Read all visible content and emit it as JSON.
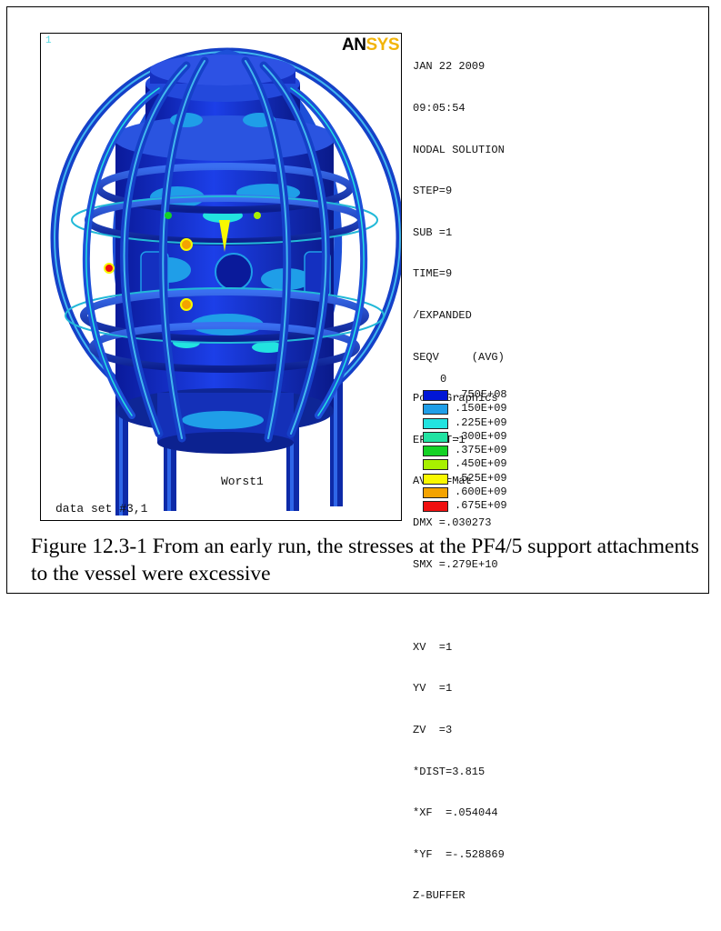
{
  "figure": {
    "window_number": "1",
    "logo": {
      "part1": "AN",
      "part2": "SYS"
    },
    "model_label": "Worst1",
    "dataset_label": "data set #3,1",
    "info_lines": [
      "JAN 22 2009",
      "09:05:54",
      "NODAL SOLUTION",
      "STEP=9",
      "SUB =1",
      "TIME=9",
      "/EXPANDED",
      "SEQV     (AVG)",
      "PowerGraphics",
      "EFACET=1",
      "AVRES=Mat",
      "DMX =.030273",
      "SMX =.279E+10",
      "",
      "XV  =1",
      "YV  =1",
      "ZV  =3",
      "*DIST=3.815",
      "*XF  =.054044",
      "*YF  =-.528869",
      "Z-BUFFER"
    ],
    "legend": {
      "zero_label": "0",
      "entries": [
        {
          "label": ".750E+08",
          "color": "#0016d6"
        },
        {
          "label": ".150E+09",
          "color": "#1f9ee8"
        },
        {
          "label": ".225E+09",
          "color": "#22e3e0"
        },
        {
          "label": ".300E+09",
          "color": "#21e3a2"
        },
        {
          "label": ".375E+09",
          "color": "#14d225"
        },
        {
          "label": ".450E+09",
          "color": "#a8f000"
        },
        {
          "label": ".525E+09",
          "color": "#f8f800"
        },
        {
          "label": ".600E+09",
          "color": "#f4a300"
        },
        {
          "label": ".675E+09",
          "color": "#f01010"
        }
      ]
    }
  },
  "caption": {
    "text": "Figure 12.3-1 From an early run, the stresses at the PF4/5 support attachments to the vessel were excessive"
  }
}
